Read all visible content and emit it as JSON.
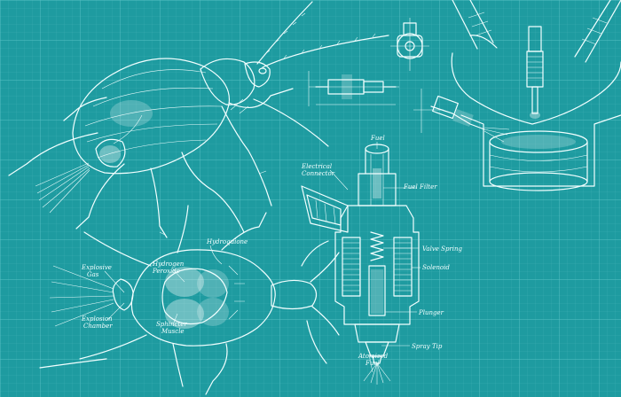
{
  "colors": {
    "background": "#1e9ba0",
    "grid_minor": "#3fb0b4",
    "grid_major": "#54bcc0",
    "line": "#f2ffff"
  },
  "labels": {
    "fuel": "Fuel",
    "electrical_connector_1": "Electrical",
    "electrical_connector_2": "Connector",
    "fuel_filter": "Fuel Filter",
    "valve_spring": "Valve Spring",
    "solenoid": "Solenoid",
    "plunger": "Plunger",
    "spray_tip": "Spray Tip",
    "atomized_fuel_1": "Atomized",
    "atomized_fuel_2": "Fuel",
    "hydroquione": "Hydroquione",
    "hydrogen_peroxide_1": "Hydrogen",
    "hydrogen_peroxide_2": "Peroxide",
    "explosive_gas_1": "Explosive",
    "explosive_gas_2": "Gas",
    "explosion_chamber_1": "Explosion",
    "explosion_chamber_2": "Chamber",
    "sphincter_muscle_1": "Sphincter",
    "sphincter_muscle_2": "Muscle"
  }
}
